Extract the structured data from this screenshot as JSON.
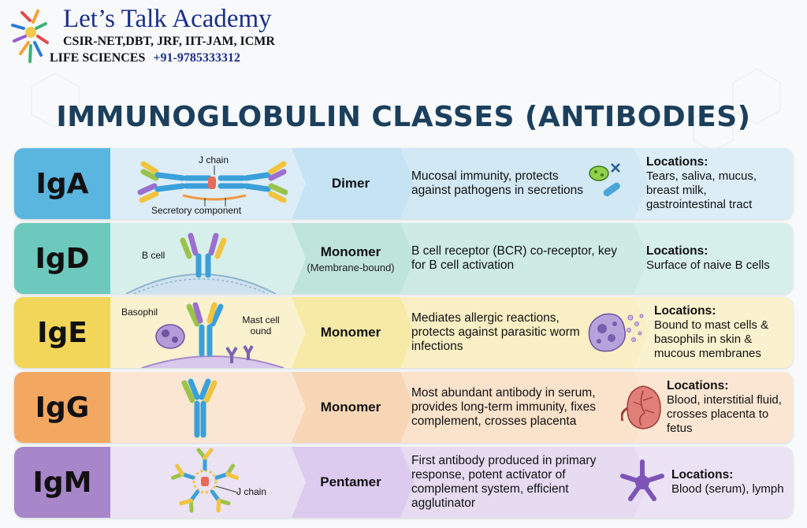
{
  "brand": {
    "name": "Let’s Talk Academy",
    "exams": "CSIR-NET,DBT, JRF, IIT-JAM, ICMR",
    "subject": "LIFE SCIENCES",
    "phone": "+91-9785333312"
  },
  "title": "IMMUNOGLOBULIN CLASSES (ANTIBODIES)",
  "rows": [
    {
      "name": "IgA",
      "type": "Dimer",
      "type_note": "",
      "function": "Mucosal immunity, protects against pathogens in secretions",
      "locations_label": "Locations:",
      "locations": "Tears, saliva, mucus, breast milk, gastrointestinal tract",
      "diagram_labels": [
        "J chain",
        "Secretory component"
      ],
      "icon": "bacteria-icon",
      "colors": {
        "tab": "#5bb6df",
        "light": "#dcedf7"
      }
    },
    {
      "name": "IgD",
      "type": "Monomer",
      "type_note": "(Membrane-bound)",
      "function": "B cell receptor (BCR) co-receptor, key for B cell activation",
      "locations_label": "Locations:",
      "locations": "Surface of naive B cells",
      "diagram_labels": [
        "B cell"
      ],
      "icon": "",
      "colors": {
        "tab": "#6dc9bd",
        "light": "#d7efea"
      }
    },
    {
      "name": "IgE",
      "type": "Monomer",
      "type_note": "",
      "function": "Mediates allergic reactions, protects against parasitic worm infections",
      "locations_label": "Locations:",
      "locations": "Bound to mast cells & basophils in skin & mucous membranes",
      "diagram_labels": [
        "Basophil",
        "Mast cell ound"
      ],
      "icon": "basophil-degranulation-icon",
      "colors": {
        "tab": "#f2d659",
        "light": "#faf1cf"
      }
    },
    {
      "name": "IgG",
      "type": "Monomer",
      "type_note": "",
      "function": "Most abundant antibody in serum, provides long-term immunity, fixes complement, crosses placenta",
      "locations_label": "Locations:",
      "locations": "Blood, interstitial fluid, crosses placenta to fetus",
      "diagram_labels": [],
      "icon": "placenta-icon",
      "colors": {
        "tab": "#f3a862",
        "light": "#fbe6d3"
      }
    },
    {
      "name": "IgM",
      "type": "Pentamer",
      "type_note": "",
      "function": "First antibody produced in primary response, potent activator of complement system, efficient agglutinator",
      "locations_label": "Locations:",
      "locations": "Blood (serum), lymph",
      "diagram_labels": [
        "J chain"
      ],
      "icon": "pentamer-icon",
      "colors": {
        "tab": "#a786c9",
        "light": "#ebe2f3"
      }
    }
  ]
}
